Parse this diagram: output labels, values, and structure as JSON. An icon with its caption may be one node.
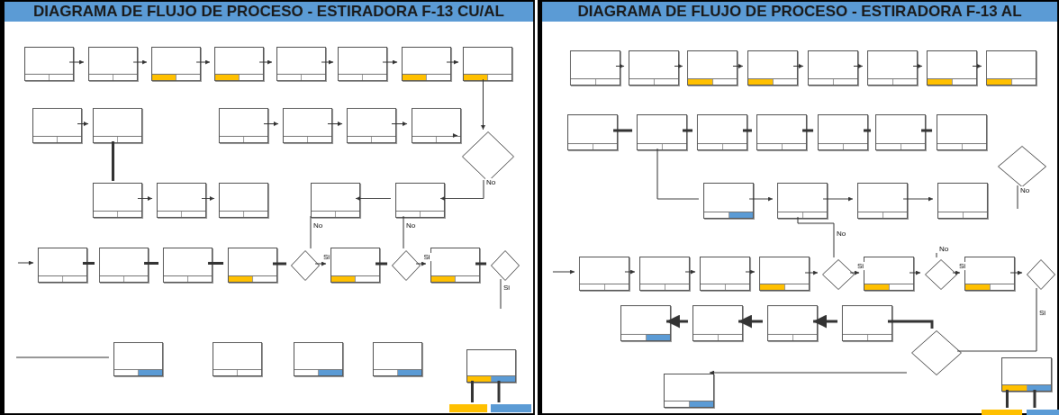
{
  "diagram": {
    "nodes": [
      {
        "text": [
          "DIAGRAMA DE FLUJO DE PROCESO - ESTIRADORA F-13 CU/AL"
        ]
      },
      {
        "text": [
          "DIAGRAMA DE FLUJO DE PROCESO - ESTIRADORA F-13 AL"
        ]
      },
      {
        "text": [],
        "shape": "box",
        "in": 0
      },
      {
        "text": [],
        "shape": "box",
        "in": 0
      },
      {
        "text": [],
        "shape": "box",
        "in": 0
      },
      {
        "text": [],
        "shape": "box",
        "in": 0
      },
      {
        "text": [],
        "shape": "box",
        "in": 0
      },
      {
        "text": [],
        "shape": "box",
        "in": 0
      },
      {
        "text": [],
        "shape": "box",
        "in": 0
      },
      {
        "text": [],
        "shape": "box",
        "in": 0
      },
      {
        "text": [],
        "shape": "box",
        "in": 0
      },
      {
        "text": [],
        "shape": "box",
        "in": 0
      },
      {
        "text": [],
        "shape": "box",
        "in": 0
      },
      {
        "text": [],
        "shape": "box",
        "in": 0
      },
      {
        "text": [],
        "shape": "box",
        "in": 0
      },
      {
        "text": [],
        "shape": "box",
        "in": 0
      },
      {
        "text": [],
        "shape": "diamond",
        "in": 0
      },
      {
        "text": [],
        "shape": "box",
        "in": 0
      },
      {
        "text": [],
        "shape": "box",
        "in": 0
      },
      {
        "text": [],
        "shape": "box",
        "in": 0
      },
      {
        "text": [],
        "shape": "box",
        "in": 0
      },
      {
        "text": [],
        "shape": "box",
        "in": 0
      },
      {
        "text": [],
        "shape": "box",
        "in": 0
      },
      {
        "text": [],
        "shape": "box",
        "in": 0
      },
      {
        "text": [],
        "shape": "box",
        "in": 0
      },
      {
        "text": [],
        "shape": "box",
        "in": 0
      },
      {
        "text": [],
        "shape": "diamond",
        "in": 0
      },
      {
        "text": [],
        "shape": "box",
        "in": 0
      },
      {
        "text": [],
        "shape": "diamond",
        "in": 0
      },
      {
        "text": [],
        "shape": "box",
        "in": 0
      },
      {
        "text": [],
        "shape": "diamond",
        "in": 0
      },
      {
        "text": [],
        "shape": "box",
        "in": 0
      },
      {
        "text": [],
        "shape": "box",
        "in": 0
      },
      {
        "text": [],
        "shape": "box",
        "in": 0
      },
      {
        "text": [],
        "shape": "box",
        "in": 0
      },
      {
        "text": [],
        "shape": "box",
        "in": 0
      },
      {
        "text": [],
        "shape": "bar",
        "in": 0
      },
      {
        "text": [],
        "shape": "bar",
        "in": 0
      },
      {
        "text": [],
        "shape": "box",
        "in": 1
      },
      {
        "text": [],
        "shape": "box",
        "in": 1
      },
      {
        "text": [],
        "shape": "box",
        "in": 1
      },
      {
        "text": [],
        "shape": "box",
        "in": 1
      },
      {
        "text": [],
        "shape": "box",
        "in": 1
      },
      {
        "text": [],
        "shape": "box",
        "in": 1
      },
      {
        "text": [],
        "shape": "box",
        "in": 1
      },
      {
        "text": [],
        "shape": "box",
        "in": 1
      },
      {
        "text": [],
        "shape": "box",
        "in": 1
      },
      {
        "text": [],
        "shape": "box",
        "in": 1
      },
      {
        "text": [],
        "shape": "box",
        "in": 1
      },
      {
        "text": [],
        "shape": "box",
        "in": 1
      },
      {
        "text": [],
        "shape": "box",
        "in": 1
      },
      {
        "text": [],
        "shape": "box",
        "in": 1
      },
      {
        "text": [],
        "shape": "box",
        "in": 1
      },
      {
        "text": [],
        "shape": "diamond",
        "in": 1
      },
      {
        "text": [],
        "shape": "box",
        "in": 1
      },
      {
        "text": [],
        "shape": "box",
        "in": 1
      },
      {
        "text": [],
        "shape": "box",
        "in": 1
      },
      {
        "text": [],
        "shape": "box",
        "in": 1
      },
      {
        "text": [],
        "shape": "box",
        "in": 1
      },
      {
        "text": [],
        "shape": "box",
        "in": 1
      },
      {
        "text": [],
        "shape": "box",
        "in": 1
      },
      {
        "text": [],
        "shape": "box",
        "in": 1
      },
      {
        "text": [],
        "shape": "diamond",
        "in": 1
      },
      {
        "text": [],
        "shape": "box",
        "in": 1
      },
      {
        "text": [],
        "shape": "diamond",
        "in": 1
      },
      {
        "text": [],
        "shape": "box",
        "in": 1
      },
      {
        "text": [],
        "shape": "diamond",
        "in": 1
      },
      {
        "text": [],
        "shape": "box",
        "in": 1
      },
      {
        "text": [],
        "shape": "box",
        "in": 1
      },
      {
        "text": [],
        "shape": "box",
        "in": 1
      },
      {
        "text": [],
        "shape": "box",
        "in": 1
      },
      {
        "text": [],
        "shape": "diamond",
        "in": 1
      },
      {
        "text": [],
        "shape": "box",
        "in": 1
      },
      {
        "text": [],
        "shape": "box",
        "in": 1
      },
      {
        "text": [],
        "shape": "bar",
        "in": 1
      },
      {
        "text": [],
        "shape": "bar",
        "in": 1
      }
    ],
    "edges": [
      {
        "from": 2,
        "to": 3,
        "arrow": "to"
      },
      {
        "from": 3,
        "to": 4,
        "arrow": "to"
      },
      {
        "from": 4,
        "to": 5,
        "arrow": "to"
      },
      {
        "from": 5,
        "to": 6,
        "arrow": "to"
      },
      {
        "from": 6,
        "to": 7,
        "arrow": "to"
      },
      {
        "from": 7,
        "to": 8,
        "arrow": "to"
      },
      {
        "from": 8,
        "to": 9,
        "arrow": "to"
      },
      {
        "from": 10,
        "to": 11,
        "arrow": "to"
      },
      {
        "from": 12,
        "to": 13,
        "arrow": "to"
      },
      {
        "from": 13,
        "to": 14,
        "arrow": "to"
      },
      {
        "from": 14,
        "to": 15,
        "arrow": "to"
      },
      {
        "from": 15,
        "to": 16,
        "arrow": "to"
      },
      {
        "from": 16,
        "to": 21,
        "arrow": "to",
        "label": "No"
      },
      {
        "from": 21,
        "to": 20,
        "arrow": "to"
      },
      {
        "from": 11,
        "to": 17,
        "arrow": "none",
        "style": "thick"
      },
      {
        "from": 17,
        "to": 18,
        "arrow": "to"
      },
      {
        "from": 18,
        "to": 19,
        "arrow": "to"
      },
      {
        "from": 22,
        "to": 23,
        "arrow": "none",
        "style": "thick"
      },
      {
        "from": 23,
        "to": 24,
        "arrow": "none",
        "style": "thick"
      },
      {
        "from": 24,
        "to": 25,
        "arrow": "none",
        "style": "thick"
      },
      {
        "from": 25,
        "to": 26,
        "arrow": "none",
        "style": "thick"
      },
      {
        "from": 26,
        "to": 27,
        "arrow": "to",
        "label": "Si"
      },
      {
        "from": 27,
        "to": 28,
        "arrow": "none",
        "style": "thick"
      },
      {
        "from": 28,
        "to": 29,
        "arrow": "to",
        "label": "Si"
      },
      {
        "from": 29,
        "to": 30,
        "arrow": "none",
        "style": "thick"
      },
      {
        "from": 26,
        "to": 20,
        "arrow": "none",
        "label": "No"
      },
      {
        "from": 28,
        "to": 21,
        "arrow": "none",
        "label": "No"
      },
      {
        "from": 9,
        "to": 16,
        "arrow": "to"
      },
      {
        "from": null,
        "to": 22,
        "arrow": "to"
      },
      {
        "from": 30,
        "to": null,
        "arrow": "none",
        "label": "Si"
      },
      {
        "from": null,
        "to": 31,
        "arrow": "none"
      },
      {
        "from": 35,
        "to": 36,
        "arrow": "none",
        "style": "thick"
      },
      {
        "from": 35,
        "to": 37,
        "arrow": "none",
        "style": "thick"
      },
      {
        "from": 38,
        "to": 39,
        "arrow": "to"
      },
      {
        "from": 39,
        "to": 40,
        "arrow": "to"
      },
      {
        "from": 40,
        "to": 41,
        "arrow": "to"
      },
      {
        "from": 41,
        "to": 42,
        "arrow": "to"
      },
      {
        "from": 42,
        "to": 43,
        "arrow": "to"
      },
      {
        "from": 43,
        "to": 44,
        "arrow": "to"
      },
      {
        "from": 44,
        "to": 45,
        "arrow": "to"
      },
      {
        "from": 46,
        "to": 47,
        "arrow": "none",
        "style": "thick"
      },
      {
        "from": 47,
        "to": 48,
        "arrow": "none",
        "style": "thick"
      },
      {
        "from": 48,
        "to": 49,
        "arrow": "none",
        "style": "thick"
      },
      {
        "from": 49,
        "to": 50,
        "arrow": "none",
        "style": "thick"
      },
      {
        "from": 50,
        "to": 51,
        "arrow": "none",
        "style": "thick"
      },
      {
        "from": 51,
        "to": 52,
        "arrow": "none",
        "style": "thick"
      },
      {
        "from": 53,
        "to": null,
        "arrow": "none",
        "label": "No"
      },
      {
        "from": 47,
        "to": 54,
        "arrow": "none"
      },
      {
        "from": 54,
        "to": 55,
        "arrow": "to"
      },
      {
        "from": 55,
        "to": 56,
        "arrow": "to"
      },
      {
        "from": 56,
        "to": 57,
        "arrow": "to"
      },
      {
        "from": 58,
        "to": 59,
        "arrow": "to"
      },
      {
        "from": 59,
        "to": 60,
        "arrow": "to"
      },
      {
        "from": 60,
        "to": 61,
        "arrow": "to"
      },
      {
        "from": 61,
        "to": 62,
        "arrow": "to"
      },
      {
        "from": 62,
        "to": 63,
        "arrow": "to",
        "label": "Si"
      },
      {
        "from": 63,
        "to": 64,
        "arrow": "to"
      },
      {
        "from": 64,
        "to": 65,
        "arrow": "to",
        "label": "Si"
      },
      {
        "from": 65,
        "to": 66,
        "arrow": "to"
      },
      {
        "from": 62,
        "to": 55,
        "arrow": "none",
        "label": "No"
      },
      {
        "from": 64,
        "to": null,
        "arrow": "none",
        "label": "No"
      },
      {
        "from": 70,
        "to": 69,
        "arrow": "to",
        "style": "thick"
      },
      {
        "from": 69,
        "to": 68,
        "arrow": "to",
        "style": "thick"
      },
      {
        "from": 68,
        "to": 67,
        "arrow": "to",
        "style": "thick"
      },
      {
        "from": 66,
        "to": 71,
        "arrow": "none",
        "label": "Si"
      },
      {
        "from": 71,
        "to": 70,
        "arrow": "none",
        "style": "thick"
      },
      {
        "from": 71,
        "to": 72,
        "arrow": "to"
      },
      {
        "from": null,
        "to": 58,
        "arrow": "to"
      },
      {
        "from": 73,
        "to": 74,
        "arrow": "none",
        "style": "thick"
      },
      {
        "from": 73,
        "to": 75,
        "arrow": "none",
        "style": "thick"
      }
    ]
  }
}
